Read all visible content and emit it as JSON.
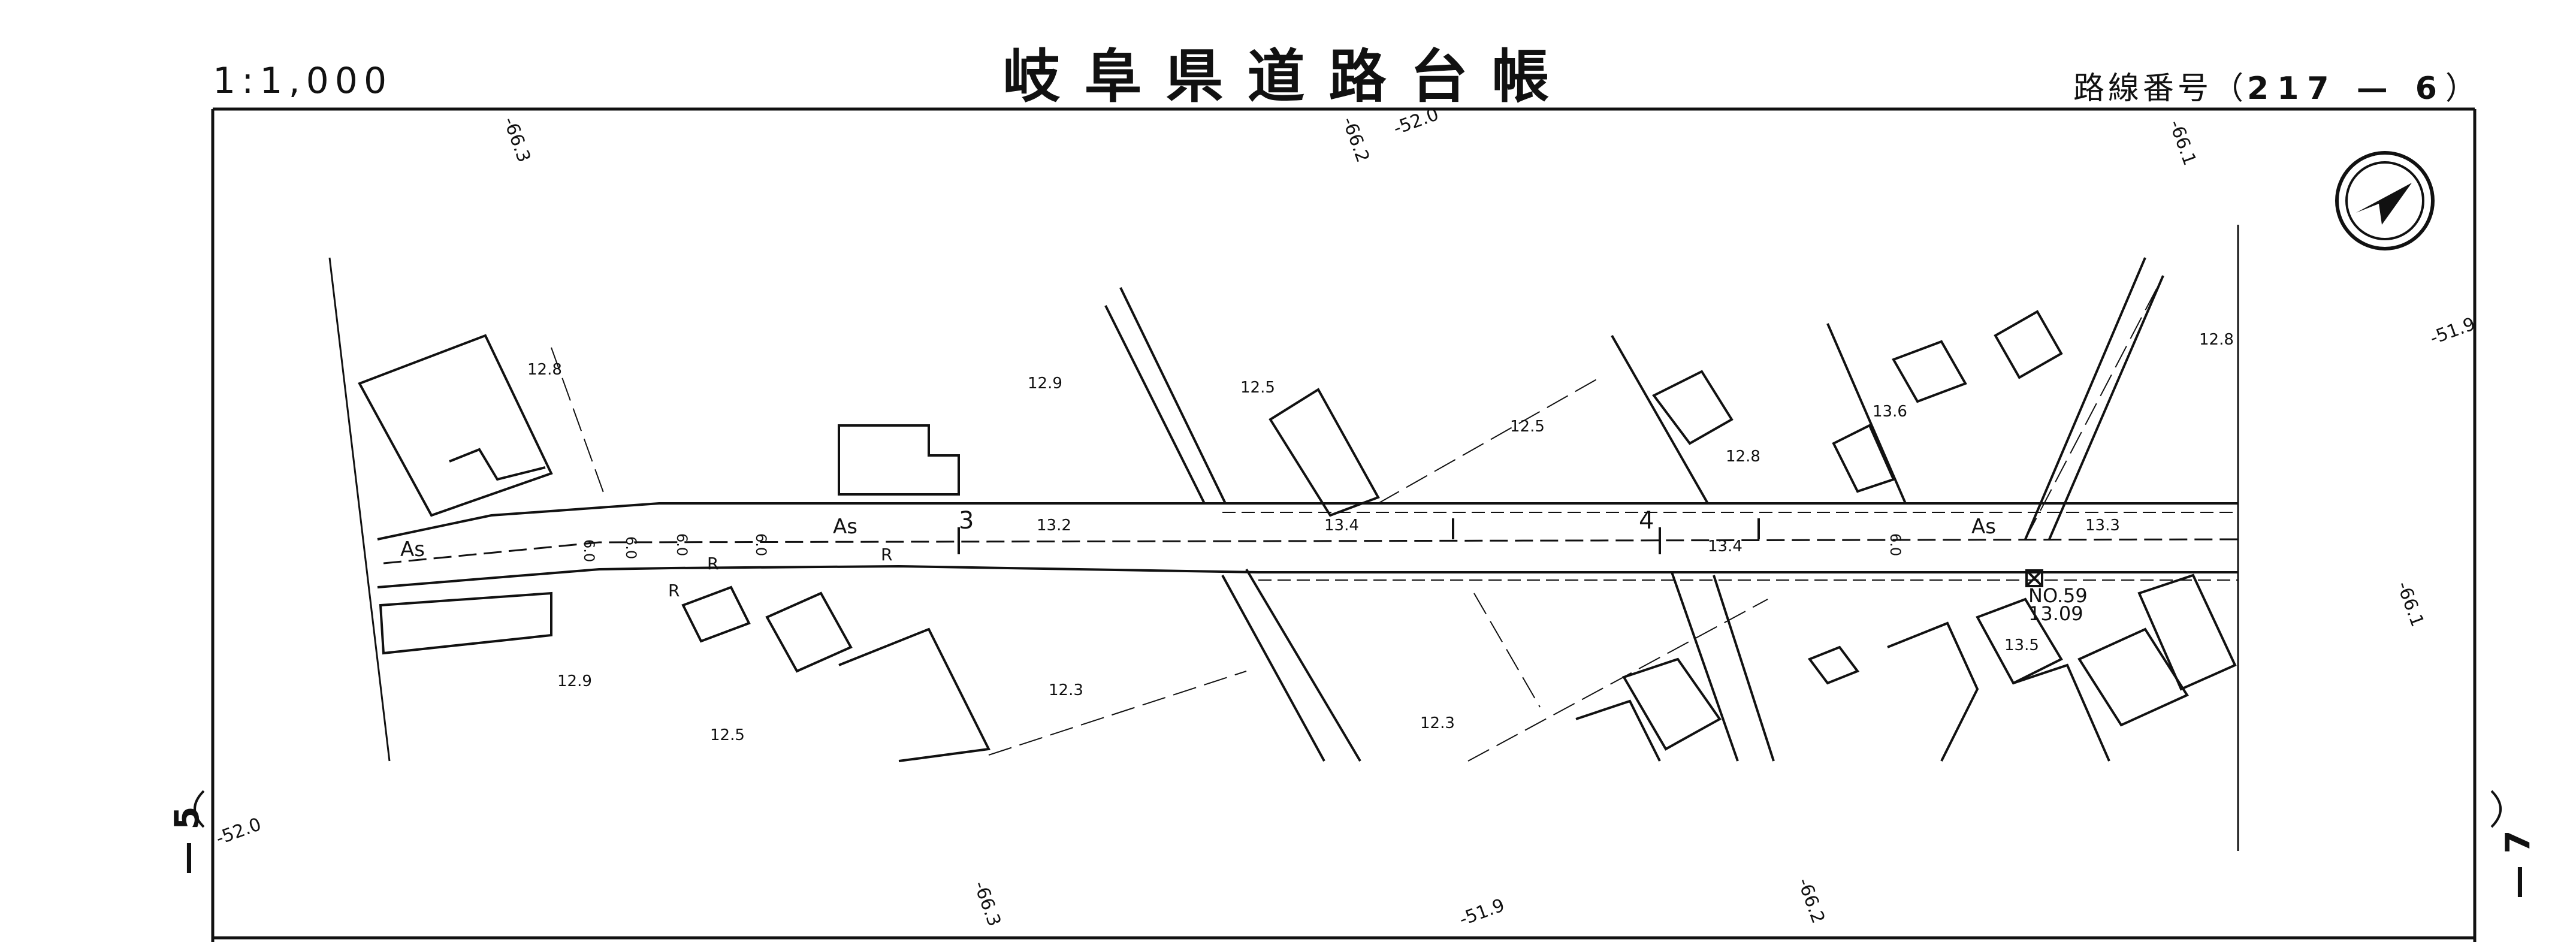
{
  "header": {
    "title": "岐阜県道路台帳",
    "scale": "1:1,000",
    "route_prefix": "路線番号（",
    "route_number": "217 — 6",
    "route_suffix": "）"
  },
  "margins": {
    "left_page": "— 5",
    "right_page": "— 7"
  },
  "coordinate_marks": [
    "-66.3",
    "-66.2",
    "-52.0",
    "-66.1",
    "-51.9",
    "-66.3",
    "-51.9",
    "-66.2",
    "-66.1",
    "-52.0"
  ],
  "road": {
    "surface_labels": [
      "As",
      "As",
      "As"
    ],
    "station_numbers": [
      "3",
      "4"
    ],
    "widths": [
      "6.0",
      "6.0",
      "6.0",
      "6.0",
      "6.0"
    ],
    "benchmark": {
      "label": "NO.59",
      "value": "13.09"
    },
    "markers": [
      "R",
      "R",
      "R"
    ]
  },
  "elevations": [
    "12.8",
    "12.9",
    "12.5",
    "12.5",
    "12.8",
    "13.6",
    "12.8",
    "13.2",
    "13.4",
    "13.4",
    "13.3",
    "12.9",
    "12.5",
    "12.3",
    "12.3",
    "13.5"
  ],
  "compass": {
    "icon": "north-arrow-icon"
  }
}
